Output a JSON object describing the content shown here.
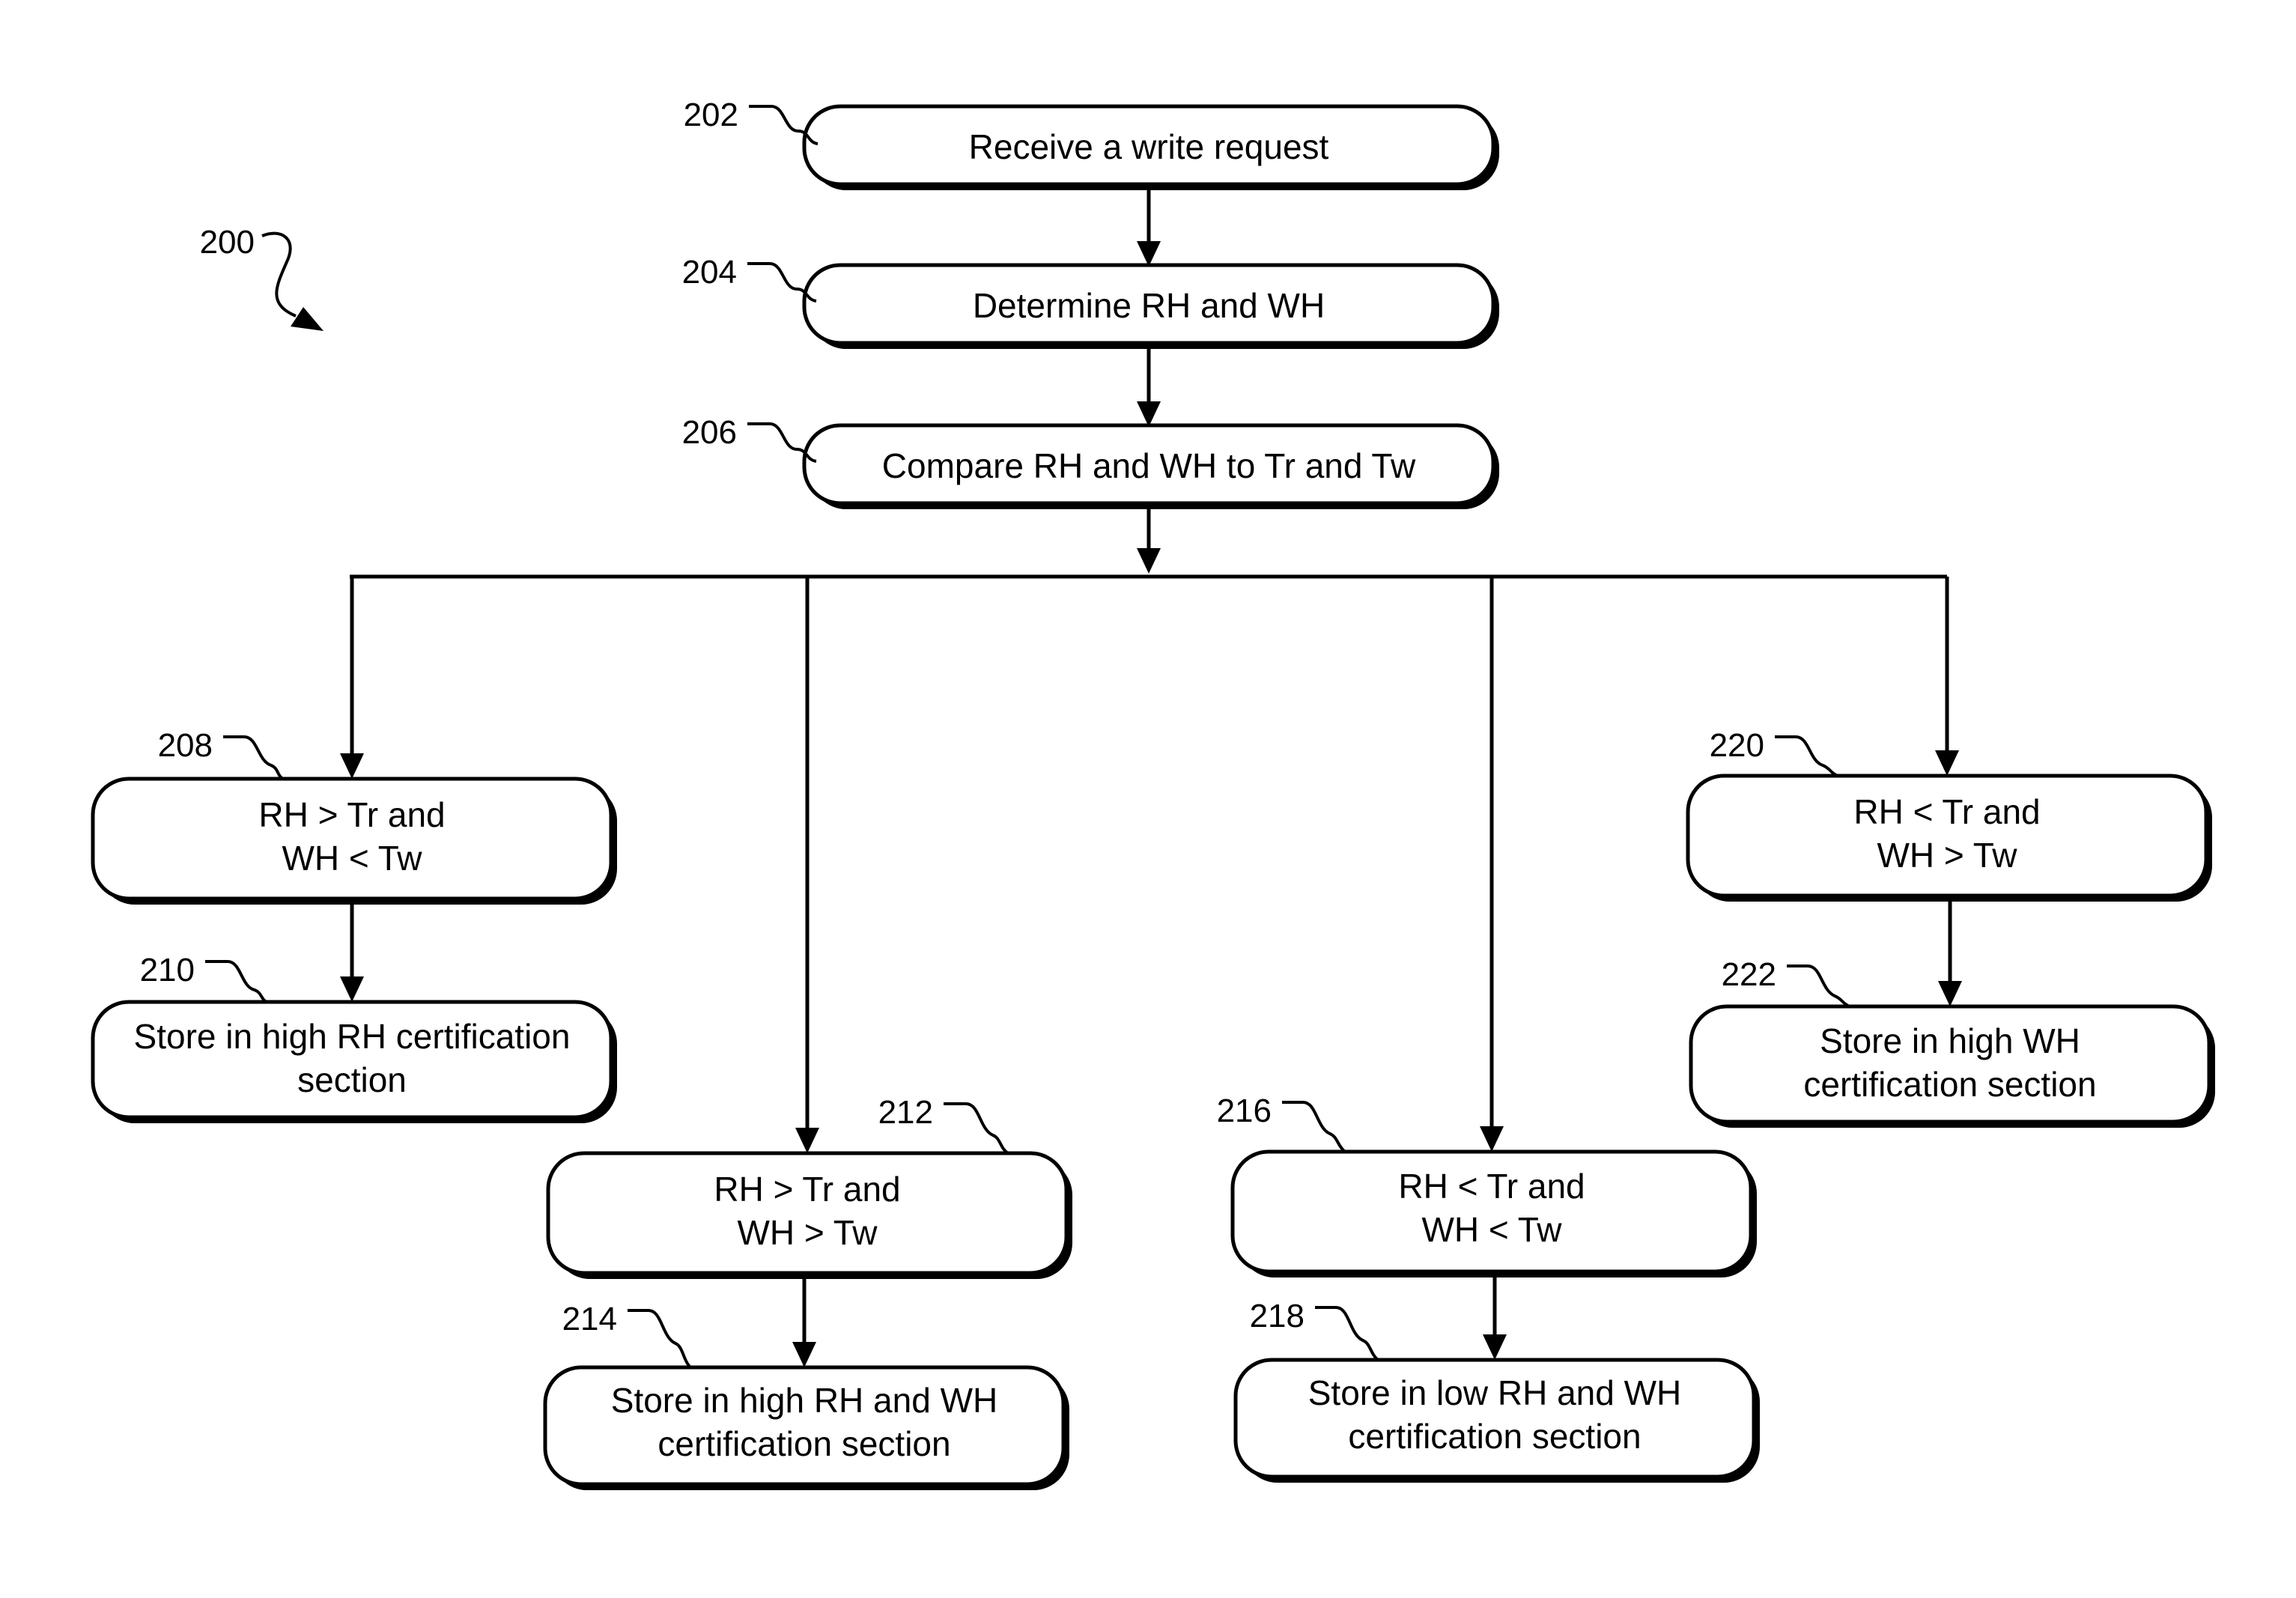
{
  "figure": {
    "ref": "200"
  },
  "steps": {
    "s202": {
      "ref": "202",
      "lines": [
        "Receive a write request"
      ]
    },
    "s204": {
      "ref": "204",
      "lines": [
        "Determine RH and WH"
      ]
    },
    "s206": {
      "ref": "206",
      "lines": [
        "Compare RH and WH to Tr and Tw"
      ]
    },
    "s208": {
      "ref": "208",
      "lines": [
        "RH > Tr and",
        "WH < Tw"
      ]
    },
    "s210": {
      "ref": "210",
      "lines": [
        "Store in high RH certification",
        "section"
      ]
    },
    "s212": {
      "ref": "212",
      "lines": [
        "RH > Tr and",
        "WH > Tw"
      ]
    },
    "s214": {
      "ref": "214",
      "lines": [
        "Store in high RH and WH",
        "certification section"
      ]
    },
    "s216": {
      "ref": "216",
      "lines": [
        "RH < Tr and",
        "WH < Tw"
      ]
    },
    "s218": {
      "ref": "218",
      "lines": [
        "Store in low RH and WH",
        "certification section"
      ]
    },
    "s220": {
      "ref": "220",
      "lines": [
        "RH < Tr and",
        "WH > Tw"
      ]
    },
    "s222": {
      "ref": "222",
      "lines": [
        "Store in high WH",
        "certification section"
      ]
    }
  }
}
